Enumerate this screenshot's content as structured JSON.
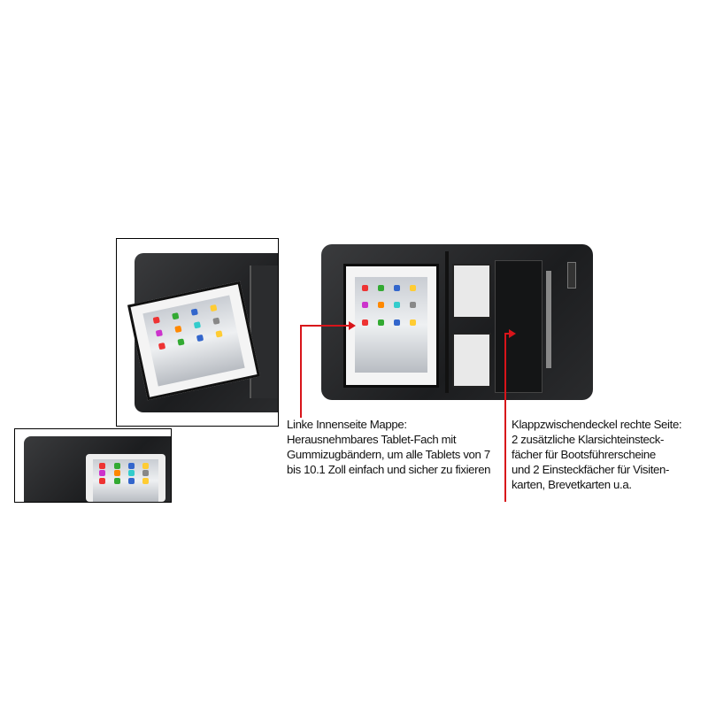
{
  "captions": {
    "left": {
      "lines": [
        "Linke Innenseite Mappe:",
        "Herausnehmbares Tablet-Fach mit",
        "Gummizugbändern, um alle Tablets von 7",
        "bis 10.1 Zoll einfach und sicher zu fixieren"
      ]
    },
    "right": {
      "lines": [
        "Klappzwischendeckel rechte Seite:",
        "2 zusätzliche Klarsichteinsteck-",
        "fächer für Bootsführerscheine",
        "und 2 Einsteckfächer für Visiten-",
        "karten, Brevetkarten u.a."
      ]
    }
  },
  "colors": {
    "accent_line": "#d8141a",
    "folder": "#1f2022"
  }
}
